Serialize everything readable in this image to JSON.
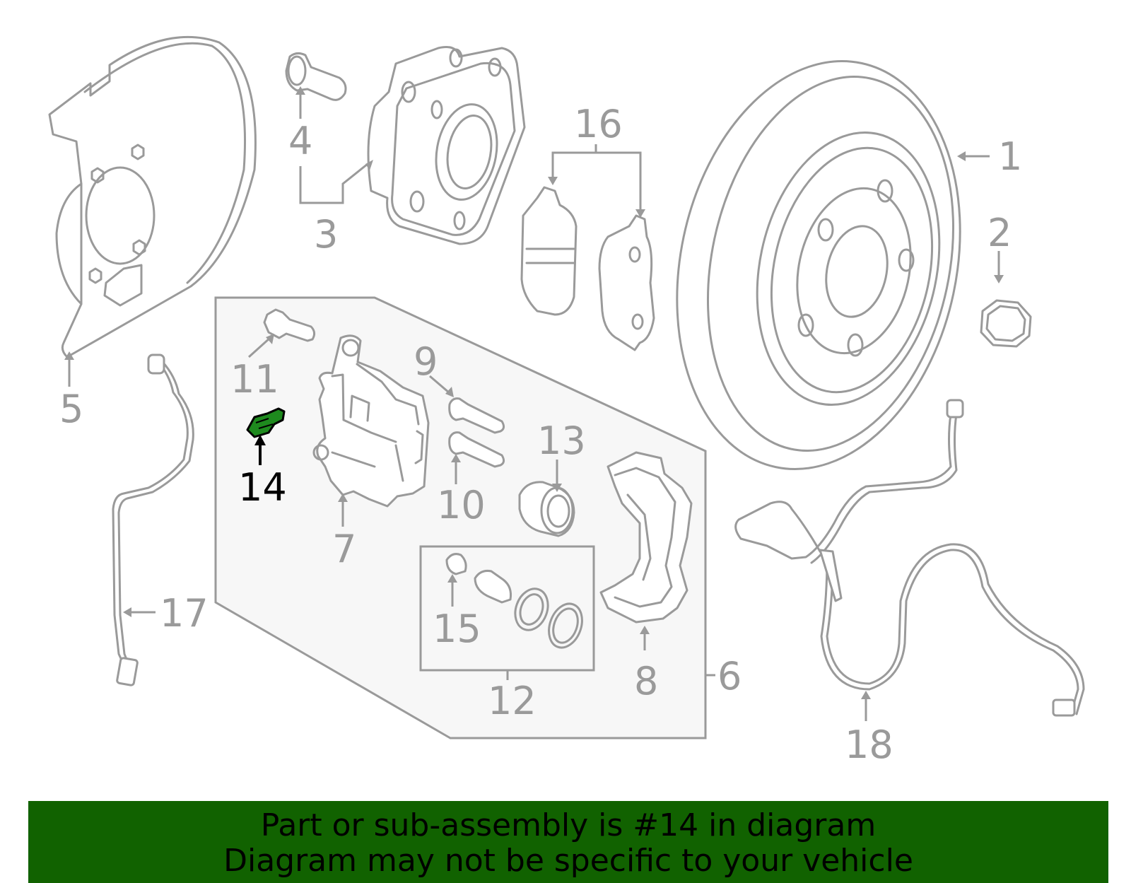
{
  "callouts": {
    "c1": "1",
    "c2": "2",
    "c3": "3",
    "c4": "4",
    "c5": "5",
    "c6": "6",
    "c7": "7",
    "c8": "8",
    "c9": "9",
    "c10": "10",
    "c11": "11",
    "c12": "12",
    "c13": "13",
    "c14": "14",
    "c15": "15",
    "c16": "16",
    "c17": "17",
    "c18": "18"
  },
  "highlight": {
    "part": "14",
    "color": "#1e8a1e"
  },
  "colors": {
    "line": "#9a9a9a",
    "banner": "#116200",
    "panel": "#f7f7f7"
  },
  "banner": {
    "line1": "Part or sub-assembly is #14 in diagram",
    "line2": "Diagram may not be specific to your vehicle"
  }
}
